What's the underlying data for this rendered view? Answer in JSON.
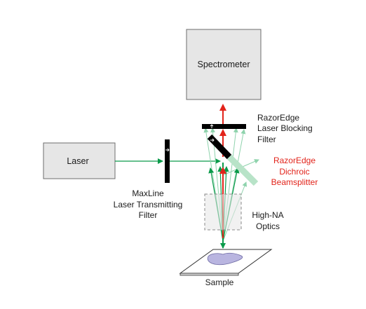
{
  "colors": {
    "box_fill": "#e6e6e6",
    "box_stroke": "#6d6d6d",
    "green": "#0a9a4a",
    "green_light": "#8fd3ad",
    "red": "#e2231a",
    "black": "#000000",
    "optics_stroke": "#8a8a8a",
    "sample_fill": "#b9b5e0"
  },
  "components": {
    "spectrometer": {
      "label": "Spectrometer"
    },
    "laser": {
      "label": "Laser"
    },
    "maxline_filter": {
      "line1": "MaxLine",
      "line2": "Laser  Transmitting",
      "line3": "Filter"
    },
    "blocking_filter": {
      "line1": "RazorEdge",
      "line2": "Laser Blocking",
      "line3": "Filter"
    },
    "dichroic": {
      "line1": "RazorEdge",
      "line2": "Dichroic",
      "line3": "Beamsplitter"
    },
    "optics": {
      "line1": "High-NA",
      "line2": "Optics"
    },
    "sample": {
      "label": "Sample"
    }
  }
}
